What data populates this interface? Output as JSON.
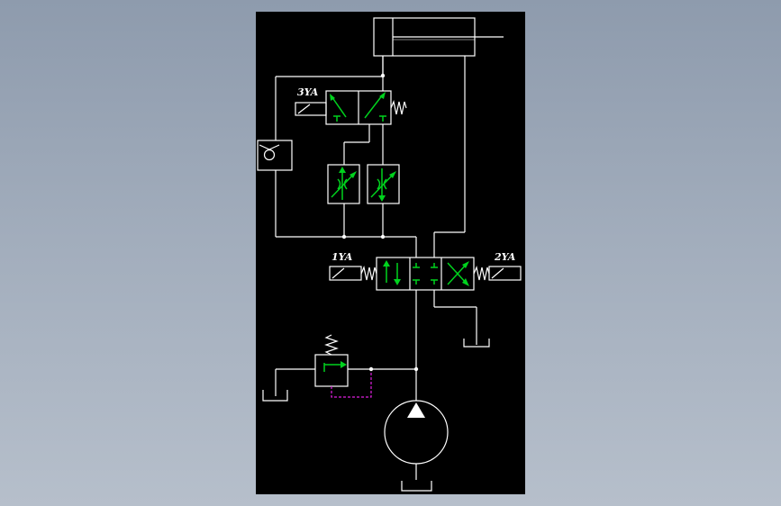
{
  "diagram": {
    "type": "hydraulic-circuit",
    "colors": {
      "background": "#000000",
      "lines": "#ffffff",
      "flow_arrows": "#00d21e",
      "pilot_line": "#e020e0",
      "window": "#a3aebd"
    },
    "labels": {
      "solenoid_3": "3YA",
      "solenoid_1": "1YA",
      "solenoid_2": "2YA"
    }
  }
}
